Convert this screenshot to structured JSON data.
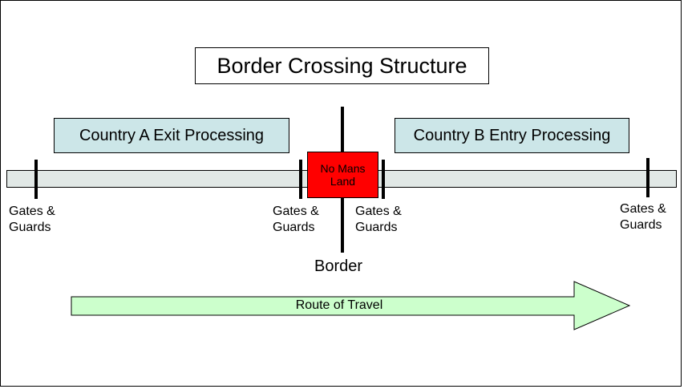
{
  "diagram": {
    "title": "Border Crossing Structure",
    "country_a_label": "Country A Exit Processing",
    "country_b_label": "Country B Entry Processing",
    "no_mans_land_label": "No Mans Land",
    "border_label": "Border",
    "route_label": "Route of Travel",
    "checkpoints": [
      {
        "label": "Gates &\nGuards"
      },
      {
        "label": "Gates &\nGuards"
      },
      {
        "label": "Gates &\nGuards"
      },
      {
        "label": "Gates &\nGuards"
      }
    ]
  },
  "colors": {
    "process_box_fill": "#cce6e8",
    "road_fill": "#e1e8e6",
    "no_mans_land_fill": "#ff0000",
    "route_arrow_fill": "#ccffcc",
    "outline": "#000000"
  }
}
